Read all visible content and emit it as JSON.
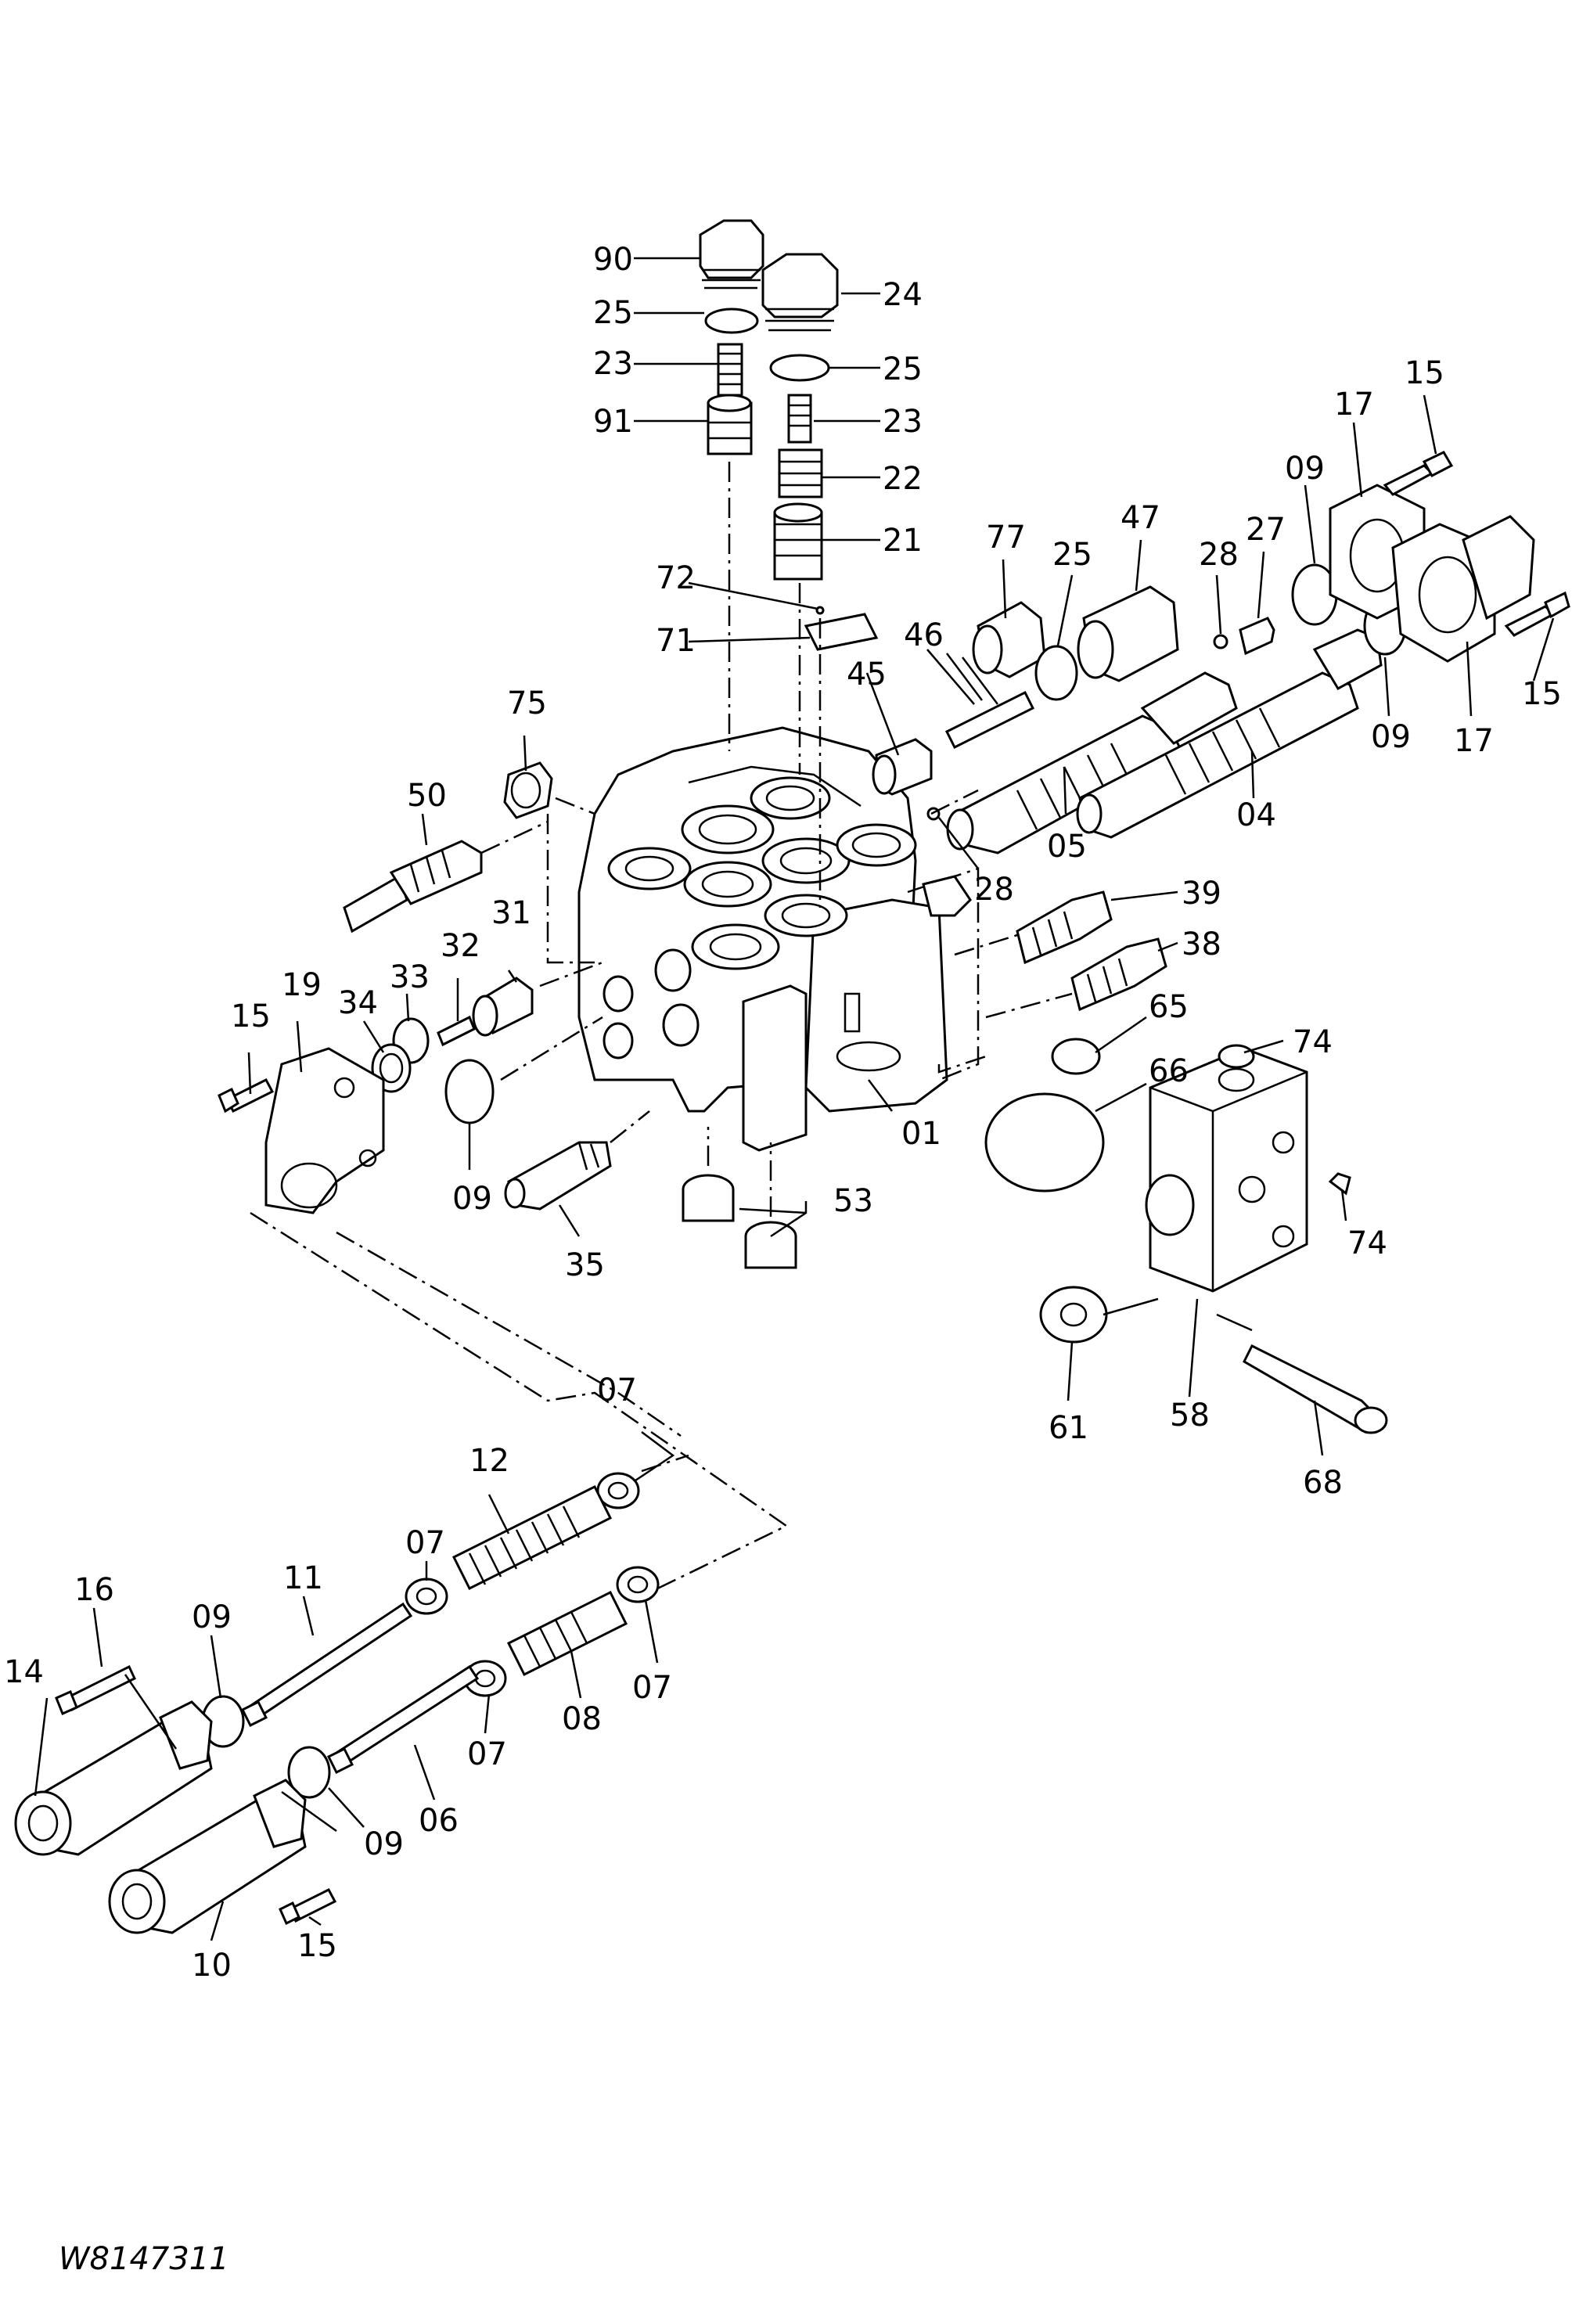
{
  "drawing": {
    "code": "W8147311",
    "part_labels": [
      "01",
      "04",
      "05",
      "06",
      "07",
      "07",
      "07",
      "07",
      "08",
      "09",
      "09",
      "09",
      "09",
      "09",
      "10",
      "11",
      "12",
      "14",
      "15",
      "15",
      "15",
      "15",
      "16",
      "17",
      "17",
      "19",
      "21",
      "22",
      "23",
      "23",
      "24",
      "25",
      "25",
      "25",
      "27",
      "28",
      "28",
      "31",
      "32",
      "33",
      "34",
      "35",
      "38",
      "39",
      "45",
      "46",
      "47",
      "50",
      "53",
      "58",
      "61",
      "65",
      "66",
      "68",
      "71",
      "72",
      "74",
      "74",
      "75",
      "77",
      "90",
      "91"
    ]
  }
}
